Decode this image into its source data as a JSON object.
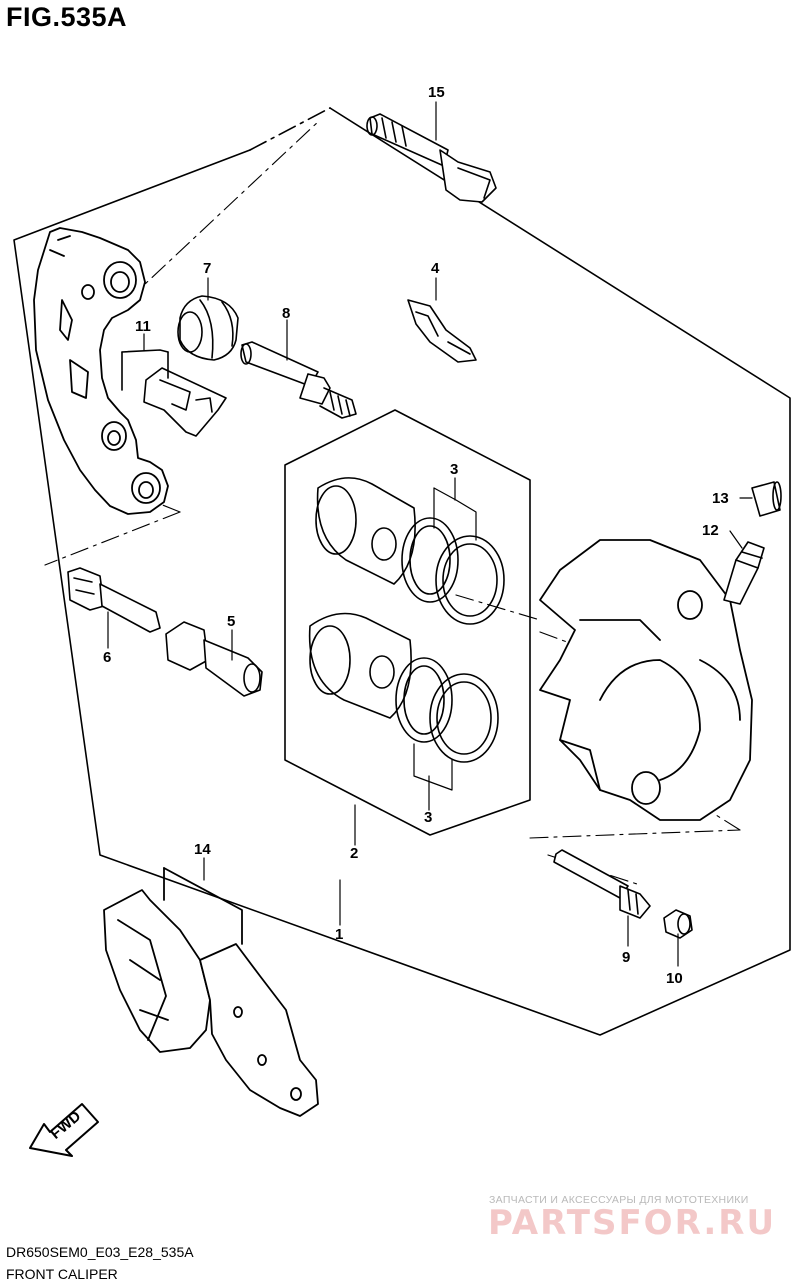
{
  "figure": {
    "title": "FIG.535A",
    "code": "DR650SEM0_E03_E28_535A",
    "caption": "FRONT CALIPER"
  },
  "watermark": {
    "subtitle": "ЗАПЧАСТИ И АКСЕССУАРЫ ДЛЯ МОТОТЕХНИКИ",
    "brand": "PARTSFOR.RU"
  },
  "parts": [
    {
      "id": "part-1",
      "label": "1"
    },
    {
      "id": "part-2",
      "label": "2"
    },
    {
      "id": "part-3a",
      "label": "3"
    },
    {
      "id": "part-3b",
      "label": "3"
    },
    {
      "id": "part-4",
      "label": "4"
    },
    {
      "id": "part-5",
      "label": "5"
    },
    {
      "id": "part-6",
      "label": "6"
    },
    {
      "id": "part-7",
      "label": "7"
    },
    {
      "id": "part-8",
      "label": "8"
    },
    {
      "id": "part-9",
      "label": "9"
    },
    {
      "id": "part-10",
      "label": "10"
    },
    {
      "id": "part-11",
      "label": "11"
    },
    {
      "id": "part-12",
      "label": "12"
    },
    {
      "id": "part-13",
      "label": "13"
    },
    {
      "id": "part-14",
      "label": "14"
    },
    {
      "id": "part-15",
      "label": "15"
    }
  ],
  "fwd_label": "FWD"
}
